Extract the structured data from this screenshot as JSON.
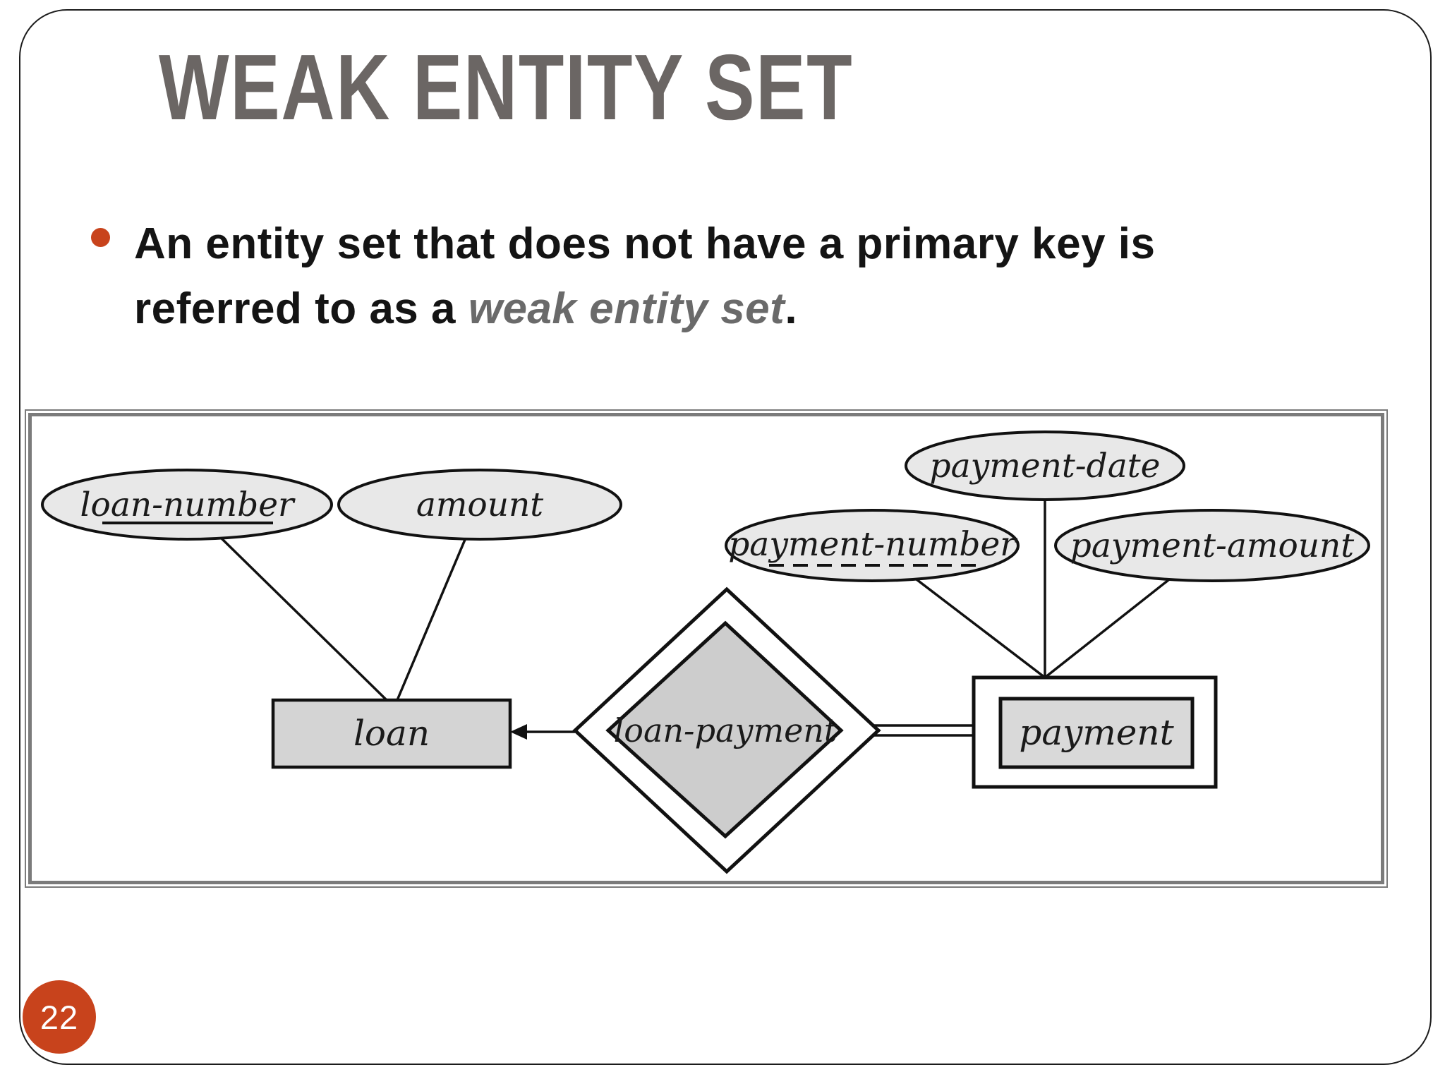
{
  "slide": {
    "title": "WEAK ENTITY SET",
    "page_number": "22",
    "bullet": {
      "line1": "An entity set that does not have a primary key is",
      "line2_prefix": "referred to as a ",
      "line2_emphasis": "weak entity set",
      "line2_suffix": "."
    },
    "colors": {
      "title_gray": "#6b6664",
      "accent_orange": "#c8431c",
      "emphasis_gray": "#6a6a6a",
      "body_text": "#141414",
      "frame_gray": "#7b7b7b",
      "shape_fill_light": "#e8e8e8",
      "shape_fill_mid": "#d4d4d4",
      "diamond_fill": "#cdcdcd"
    }
  },
  "diagram": {
    "type": "er-diagram",
    "entities": [
      {
        "label": "loan",
        "kind": "strong-entity"
      },
      {
        "label": "payment",
        "kind": "weak-entity-double-rectangle"
      }
    ],
    "relationship": {
      "label": "loan-payment",
      "kind": "identifying-relationship-double-diamond",
      "loan_link": "arrow-into-loan",
      "payment_link": "double-line-total-participation"
    },
    "attributes": [
      {
        "label": "loan-number",
        "owner": "loan",
        "key": "primary-solid-underline"
      },
      {
        "label": "amount",
        "owner": "loan",
        "key": "none"
      },
      {
        "label": "payment-date",
        "owner": "payment",
        "key": "none"
      },
      {
        "label": "payment-number",
        "owner": "payment",
        "key": "partial-dashed-underline"
      },
      {
        "label": "payment-amount",
        "owner": "payment",
        "key": "none"
      }
    ]
  }
}
